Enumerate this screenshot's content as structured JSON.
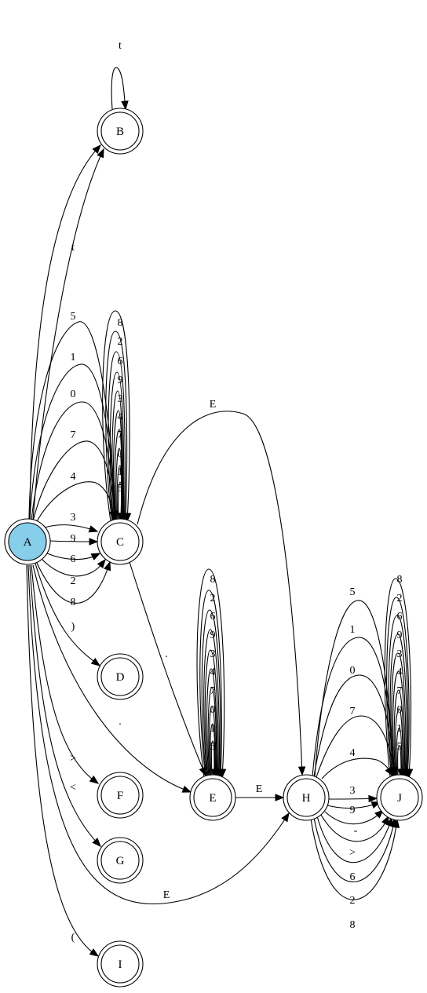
{
  "colors": {
    "start_fill": "#87ceeb",
    "stroke": "#000000"
  },
  "nodes": [
    {
      "id": "A",
      "label": "A",
      "start": true
    },
    {
      "id": "B",
      "label": "B"
    },
    {
      "id": "C",
      "label": "C"
    },
    {
      "id": "D",
      "label": "D"
    },
    {
      "id": "E",
      "label": "E"
    },
    {
      "id": "F",
      "label": "F"
    },
    {
      "id": "G",
      "label": "G"
    },
    {
      "id": "H",
      "label": "H"
    },
    {
      "id": "I",
      "label": "I"
    },
    {
      "id": "J",
      "label": "J"
    }
  ],
  "edges": [
    {
      "from": "B",
      "to": "B",
      "label": "t"
    },
    {
      "from": "A",
      "to": "B",
      "label": ""
    },
    {
      "from": "A",
      "to": "B",
      "label": "t"
    },
    {
      "from": "A",
      "to": "C",
      "label": "5"
    },
    {
      "from": "A",
      "to": "C",
      "label": "1"
    },
    {
      "from": "A",
      "to": "C",
      "label": "0"
    },
    {
      "from": "A",
      "to": "C",
      "label": "7"
    },
    {
      "from": "A",
      "to": "C",
      "label": "4"
    },
    {
      "from": "A",
      "to": "C",
      "label": "3"
    },
    {
      "from": "A",
      "to": "C",
      "label": "9"
    },
    {
      "from": "A",
      "to": "C",
      "label": "6"
    },
    {
      "from": "A",
      "to": "C",
      "label": "2"
    },
    {
      "from": "A",
      "to": "C",
      "label": "8"
    },
    {
      "from": "A",
      "to": "D",
      "label": ")"
    },
    {
      "from": "A",
      "to": "E",
      "label": "."
    },
    {
      "from": "A",
      "to": "F",
      "label": ">"
    },
    {
      "from": "A",
      "to": "G",
      "label": "<"
    },
    {
      "from": "A",
      "to": "H",
      "label": "E"
    },
    {
      "from": "A",
      "to": "I",
      "label": "("
    },
    {
      "from": "C",
      "to": "C",
      "label": "8"
    },
    {
      "from": "C",
      "to": "C",
      "label": "2"
    },
    {
      "from": "C",
      "to": "C",
      "label": "6"
    },
    {
      "from": "C",
      "to": "C",
      "label": "9"
    },
    {
      "from": "C",
      "to": "C",
      "label": "3"
    },
    {
      "from": "C",
      "to": "C",
      "label": "4"
    },
    {
      "from": "C",
      "to": "C",
      "label": "7"
    },
    {
      "from": "C",
      "to": "C",
      "label": "0"
    },
    {
      "from": "C",
      "to": "C",
      "label": "1"
    },
    {
      "from": "C",
      "to": "C",
      "label": "5"
    },
    {
      "from": "C",
      "to": "E",
      "label": "."
    },
    {
      "from": "C",
      "to": "H",
      "label": "E"
    },
    {
      "from": "E",
      "to": "E",
      "label": "8"
    },
    {
      "from": "E",
      "to": "E",
      "label": "2"
    },
    {
      "from": "E",
      "to": "E",
      "label": "6"
    },
    {
      "from": "E",
      "to": "E",
      "label": "9"
    },
    {
      "from": "E",
      "to": "E",
      "label": "3"
    },
    {
      "from": "E",
      "to": "E",
      "label": "4"
    },
    {
      "from": "E",
      "to": "E",
      "label": "7"
    },
    {
      "from": "E",
      "to": "E",
      "label": "0"
    },
    {
      "from": "E",
      "to": "E",
      "label": "1"
    },
    {
      "from": "E",
      "to": "E",
      "label": "5"
    },
    {
      "from": "E",
      "to": "H",
      "label": "E"
    },
    {
      "from": "H",
      "to": "J",
      "label": "5"
    },
    {
      "from": "H",
      "to": "J",
      "label": "1"
    },
    {
      "from": "H",
      "to": "J",
      "label": "0"
    },
    {
      "from": "H",
      "to": "J",
      "label": "7"
    },
    {
      "from": "H",
      "to": "J",
      "label": "4"
    },
    {
      "from": "H",
      "to": "J",
      "label": "3"
    },
    {
      "from": "H",
      "to": "J",
      "label": "9"
    },
    {
      "from": "H",
      "to": "J",
      "label": "-"
    },
    {
      "from": "H",
      "to": "J",
      "label": ">"
    },
    {
      "from": "H",
      "to": "J",
      "label": "6"
    },
    {
      "from": "H",
      "to": "J",
      "label": "2"
    },
    {
      "from": "H",
      "to": "J",
      "label": "8"
    },
    {
      "from": "J",
      "to": "J",
      "label": "8"
    },
    {
      "from": "J",
      "to": "J",
      "label": "2"
    },
    {
      "from": "J",
      "to": "J",
      "label": "6"
    },
    {
      "from": "J",
      "to": "J",
      "label": "9"
    },
    {
      "from": "J",
      "to": "J",
      "label": "3"
    },
    {
      "from": "J",
      "to": "J",
      "label": "4"
    },
    {
      "from": "J",
      "to": "J",
      "label": "7"
    },
    {
      "from": "J",
      "to": "J",
      "label": "0"
    },
    {
      "from": "J",
      "to": "J",
      "label": "1"
    },
    {
      "from": "J",
      "to": "J",
      "label": "5"
    }
  ]
}
